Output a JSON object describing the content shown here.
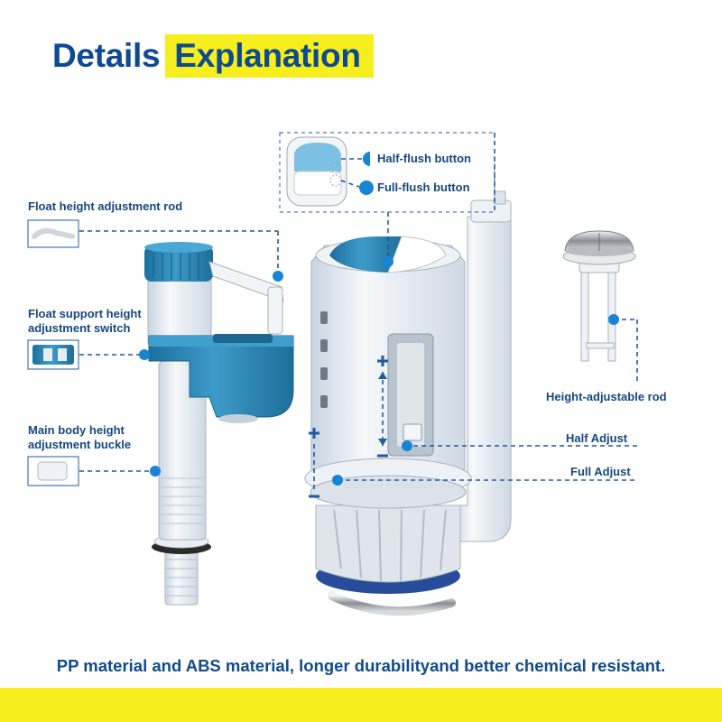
{
  "header": {
    "title_part1": "Details",
    "title_part2": "Explanation"
  },
  "callouts": {
    "float_rod": "Float height adjustment rod",
    "float_switch_line1": "Float support height",
    "float_switch_line2": "adjustment switch",
    "body_buckle_line1": "Main body height",
    "body_buckle_line2": "adjustment buckle",
    "half_flush": "Half-flush button",
    "full_flush": "Full-flush button",
    "height_rod": "Height-adjustable rod",
    "half_adjust": "Half Adjust",
    "full_adjust": "Full Adjust"
  },
  "footer": {
    "text": "PP material and ABS material, longer durabilityand better chemical resistant."
  },
  "colors": {
    "brand_blue": "#0d4a8f",
    "highlight_yellow": "#f7ee1e",
    "valve_blue": "#2e86b8",
    "dot_blue": "#1784d6"
  }
}
